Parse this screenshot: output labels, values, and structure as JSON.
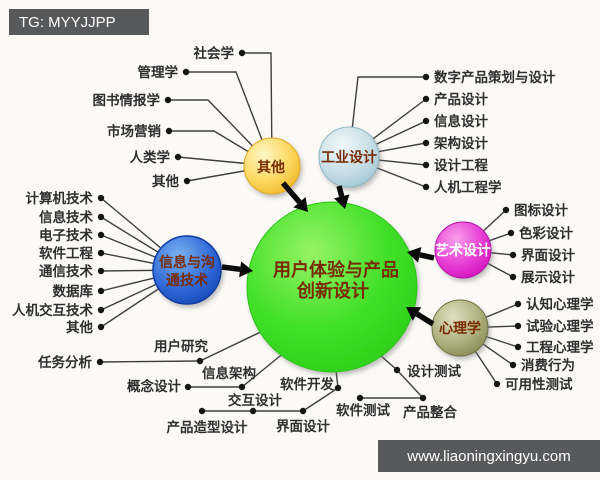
{
  "badge": {
    "text": "TG: MYYJJPP"
  },
  "watermark": {
    "text": "www.liaoningxingyu.com"
  },
  "center_node": {
    "line1": "用户体验与产品",
    "line2": "创新设计"
  },
  "nodes": {
    "other": "其他",
    "industrial": "工业设计",
    "art": "艺术设计",
    "psychology": "心理学",
    "ict_line1": "信息与沟",
    "ict_line2": "通技术"
  },
  "leaves": {
    "other": [
      "社会学",
      "管理学",
      "图书情报学",
      "市场营销",
      "人类学",
      "其他"
    ],
    "industrial": [
      "数字产品策划与设计",
      "产品设计",
      "信息设计",
      "架构设计",
      "设计工程",
      "人机工程学"
    ],
    "art": [
      "图标设计",
      "色彩设计",
      "界面设计",
      "展示设计"
    ],
    "psychology": [
      "认知心理学",
      "试验心理学",
      "工程心理学",
      "消费行为",
      "可用性测试"
    ],
    "ict": [
      "计算机技术",
      "信息技术",
      "电子技术",
      "软件工程",
      "通信技术",
      "数据库",
      "人机交互技术",
      "其他"
    ],
    "process": [
      "任务分析",
      "用户研究",
      "信息架构",
      "概念设计",
      "交互设计",
      "产品造型设计",
      "界面设计",
      "软件开发",
      "设计测试",
      "软件测试",
      "产品整合"
    ]
  },
  "colors": {
    "center_green": "#35d81f",
    "node_yellow": "#f6c32e",
    "node_lightblue": "#aecfdc",
    "node_magenta": "#dd1ec9",
    "node_olive": "#9a9c62",
    "node_blue": "#2a62d2",
    "node_text_maroon": "#7a2a00",
    "bar_gray": "#58595b",
    "line_gray": "#3f3f3f"
  }
}
